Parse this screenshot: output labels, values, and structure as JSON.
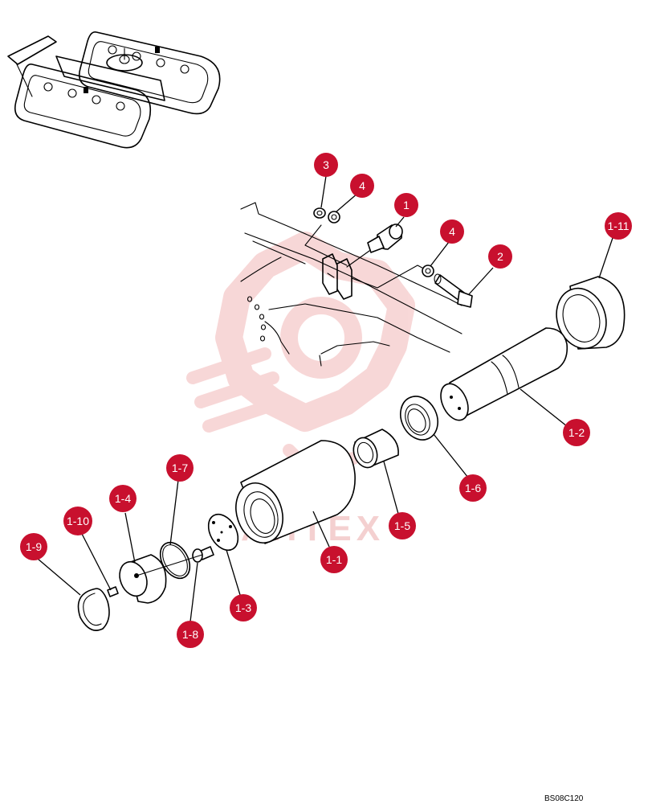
{
  "colors": {
    "callout": "#c8102e",
    "callout_text": "#ffffff",
    "watermark": "#f2b8b8",
    "line": "#000000"
  },
  "watermark": {
    "text": "AHTEX"
  },
  "callouts": [
    {
      "id": "c-3",
      "label": "3"
    },
    {
      "id": "c-4a",
      "label": "4"
    },
    {
      "id": "c-1",
      "label": "1"
    },
    {
      "id": "c-4b",
      "label": "4"
    },
    {
      "id": "c-2",
      "label": "2"
    },
    {
      "id": "c-1-11",
      "label": "1-11"
    },
    {
      "id": "c-1-2",
      "label": "1-2"
    },
    {
      "id": "c-1-6",
      "label": "1-6"
    },
    {
      "id": "c-1-5",
      "label": "1-5"
    },
    {
      "id": "c-1-1",
      "label": "1-1"
    },
    {
      "id": "c-1-7",
      "label": "1-7"
    },
    {
      "id": "c-1-4",
      "label": "1-4"
    },
    {
      "id": "c-1-10",
      "label": "1-10"
    },
    {
      "id": "c-1-9",
      "label": "1-9"
    },
    {
      "id": "c-1-3",
      "label": "1-3"
    },
    {
      "id": "c-1-8",
      "label": "1-8"
    }
  ],
  "drawing_code": "BS08C120"
}
